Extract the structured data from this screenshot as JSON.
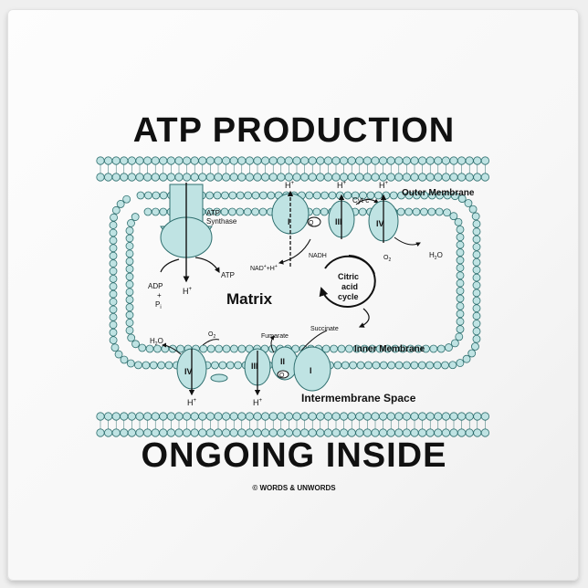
{
  "title_top": "ATP PRODUCTION",
  "title_bottom": "ONGOING INSIDE",
  "copyright": "© WORDS & UNWORDS",
  "labels": {
    "outer_membrane": "Outer Membrane",
    "inner_membrane": "Inner Membrane",
    "intermembrane_space": "Intermembrane Space",
    "matrix": "Matrix",
    "atp_synthase_1": "ATP",
    "atp_synthase_2": "Synthase",
    "atp": "ATP",
    "adp": "ADP",
    "plus": "+",
    "pi": "P",
    "pi_sub": "i",
    "h_plus": "H",
    "h_sup": "+",
    "nadh": "NADH",
    "nad": "NAD",
    "nad_tail": "+H",
    "cyt_c": "Cyt c",
    "citric_1": "Citric",
    "citric_2": "acid",
    "citric_3": "cycle",
    "succinate": "Succinate",
    "fumarate": "Fumarate",
    "h2o": "H",
    "h2o_sub": "2",
    "h2o_tail": "O",
    "o2": "O",
    "o2_sub": "2",
    "q": "Q",
    "complex_i": "I",
    "complex_ii": "II",
    "complex_iii": "III",
    "complex_iv": "IV"
  },
  "colors": {
    "membrane_head": "#bfe3e3",
    "membrane_outline": "#2f6f6f",
    "protein": "#bfe3e3",
    "ink": "#111111"
  }
}
